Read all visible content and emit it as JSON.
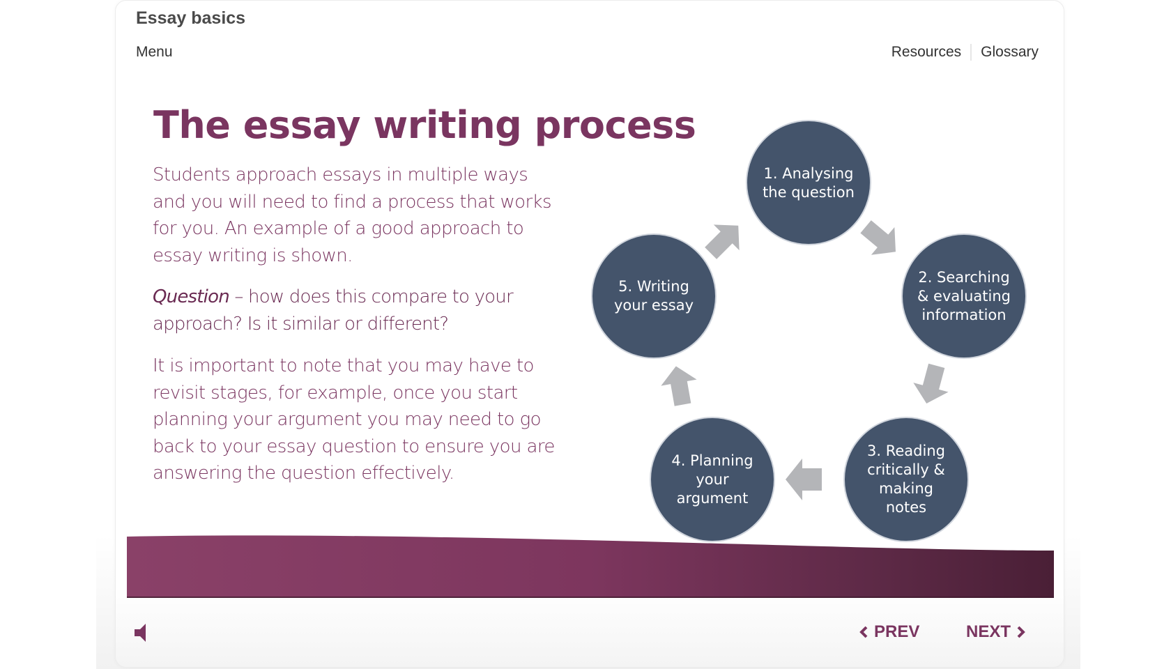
{
  "header": {
    "course_title": "Essay basics",
    "menu_label": "Menu",
    "links": [
      {
        "label": "Resources"
      },
      {
        "label": "Glossary"
      }
    ]
  },
  "slide": {
    "heading": "The essay writing process",
    "paragraph1": "Students approach essays in multiple ways and you will need to find a process that works for you.  An example of a good approach to essay writing is shown.",
    "question": {
      "label": "Question",
      "text": " – how does this compare to your approach?  Is it similar or different?"
    },
    "paragraph3": "It is important to note that you may have to revisit stages, for example, once you start planning your argument you may need to go back to your essay question to ensure you are answering the question effectively."
  },
  "diagram": {
    "stages": [
      {
        "label": "1. Analysing\nthe question"
      },
      {
        "label": "2. Searching\n& evaluating\ninformation"
      },
      {
        "label": "3. Reading\ncritically &\nmaking\nnotes"
      },
      {
        "label": "4. Planning\nyour\nargument"
      },
      {
        "label": "5. Writing\nyour essay"
      }
    ],
    "colors": {
      "node": "#44546b",
      "arrow": "#b4b5b8"
    }
  },
  "footer": {
    "audio_icon": "speaker-icon",
    "prev_label": "PREV",
    "next_label": "NEXT",
    "prev_icon": "‹",
    "next_icon": "›"
  },
  "theme": {
    "accent": "#7a3560",
    "band_start": "#8a4168",
    "band_end": "#4a1f36",
    "text_gray": "#4a4a4a"
  }
}
